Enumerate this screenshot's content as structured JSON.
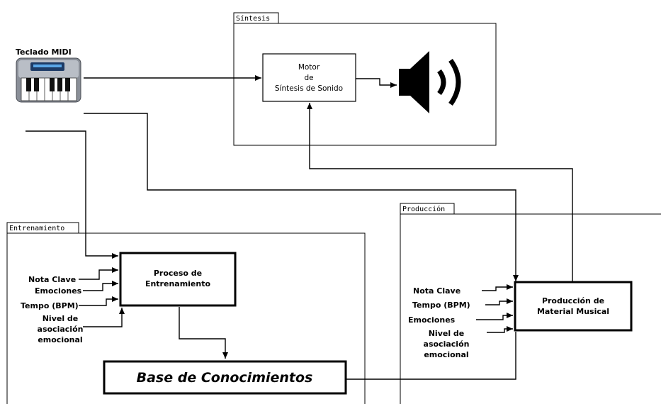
{
  "keyboard": {
    "label": "Teclado MIDI",
    "icon": "midi-keyboard-icon"
  },
  "sintesis": {
    "tab_label": "Síntesis",
    "motor_lines": [
      "Motor",
      "de",
      "Síntesis de Sonido"
    ],
    "speaker_icon": "speaker-icon"
  },
  "entrenamiento": {
    "tab_label": "Entrenamiento",
    "process_lines": [
      "Proceso de",
      "Entrenamiento"
    ],
    "inputs": {
      "nota_clave": "Nota Clave",
      "emociones": "Emociones",
      "tempo": "Tempo (BPM)",
      "nivel_lines": [
        "Nivel de",
        "asociación",
        "emocional"
      ]
    }
  },
  "produccion": {
    "tab_label": "Producción",
    "process_lines": [
      "Producción de",
      "Material Musical"
    ],
    "inputs": {
      "nota_clave": "Nota Clave",
      "tempo": "Tempo (BPM)",
      "emociones": "Emociones",
      "nivel_lines": [
        "Nivel de",
        "asociación",
        "emocional"
      ]
    }
  },
  "knowledge_base": {
    "label": "Base de Conocimientos"
  }
}
